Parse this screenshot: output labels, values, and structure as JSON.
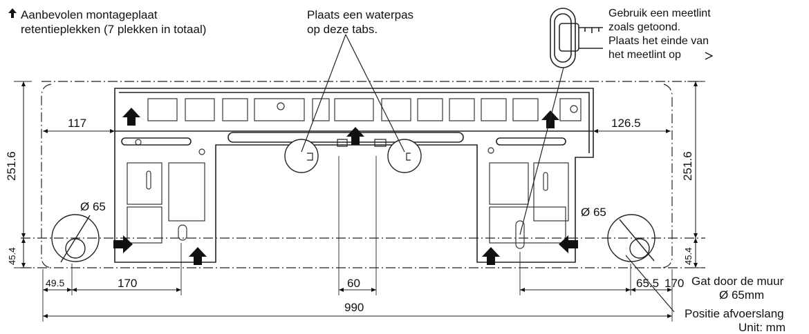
{
  "callouts": {
    "retention_line1": "Aanbevolen montageplaat",
    "retention_line2": "retentieplekken (7 plekken in totaal)",
    "level_line1": "Plaats een waterpas",
    "level_line2": "op deze tabs.",
    "tape_line1": "Gebruik een meetlint",
    "tape_line2": "zoals getoond.",
    "tape_line3": "Plaats het einde van",
    "tape_line4": "het meetlint op",
    "hole_line1": "Gat door de muur",
    "hole_line2": "Ø 65mm",
    "drain": "Positie afvoerslang",
    "unit": "Unit: mm"
  },
  "icons": {
    "retention_arrow": "up-arrow-icon",
    "tape_end": "triangle-right-icon"
  },
  "dimensions": {
    "left_117": "117",
    "right_126_5": "126.5",
    "height_left": "251.6",
    "height_right": "251.6",
    "low_left": "45.4",
    "low_right": "45.4",
    "hole_left_dia": "Ø 65",
    "hole_right_dia": "Ø 65",
    "bottom_49_5": "49.5",
    "bottom_170_left": "170",
    "bottom_60": "60",
    "bottom_65_5": "65.5",
    "bottom_170_right": "170",
    "total_990": "990"
  }
}
